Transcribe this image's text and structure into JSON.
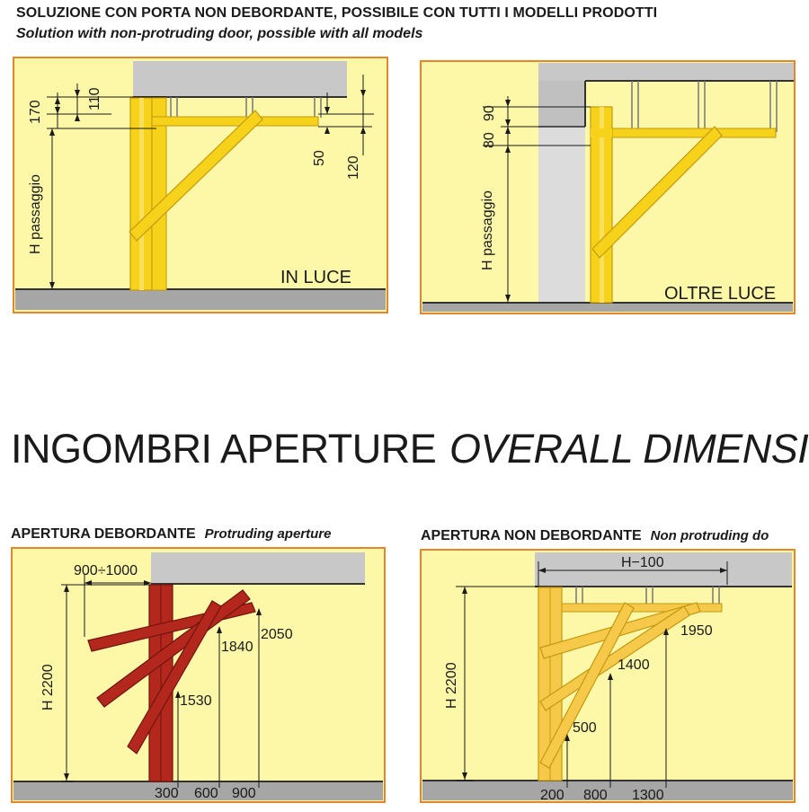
{
  "header": {
    "title_it": "SOLUZIONE CON PORTA NON DEBORDANTE, POSSIBILE CON TUTTI I MODELLI PRODOTTI",
    "title_en": "Solution with non-protruding door, possible with all models"
  },
  "panel_in_luce": {
    "label": "IN LUCE",
    "dims": {
      "d170": "170",
      "d110": "110",
      "d50": "50",
      "d120": "120"
    },
    "vertical_label": "H passaggio"
  },
  "panel_oltre_luce": {
    "label": "OLTRE LUCE",
    "dims": {
      "d90": "90",
      "d80": "80"
    },
    "vertical_label": "H passaggio"
  },
  "section": {
    "title_it": "INGOMBRI APERTURE",
    "title_en": "OVERALL DIMENSIO"
  },
  "panel_debordante": {
    "title_it": "APERTURA DEBORDANTE",
    "title_en": "Protruding aperture",
    "width_label": "900÷1000",
    "height_label": "H 2200",
    "heights": {
      "h1530": "1530",
      "h1840": "1840",
      "h2050": "2050"
    },
    "bottom": {
      "b300": "300",
      "b600": "600",
      "b900": "900"
    }
  },
  "panel_non_debordante": {
    "title_it": "APERTURA NON DEBORDANTE",
    "title_en": "Non protruding do",
    "width_label": "H−100",
    "height_label": "H 2200",
    "heights": {
      "h500": "500",
      "h1400": "1400",
      "h1950": "1950"
    },
    "bottom": {
      "b200": "200",
      "b800": "800",
      "b1300": "1300"
    }
  },
  "colors": {
    "panel_bg": "#fdf8a8",
    "panel_border": "#e3872c",
    "ceiling": "#c8c8c8",
    "floor": "#a6a6a6",
    "door_yellow": "#f6d21a",
    "door_red": "#b3271c",
    "door_light": "#f6c94a"
  }
}
